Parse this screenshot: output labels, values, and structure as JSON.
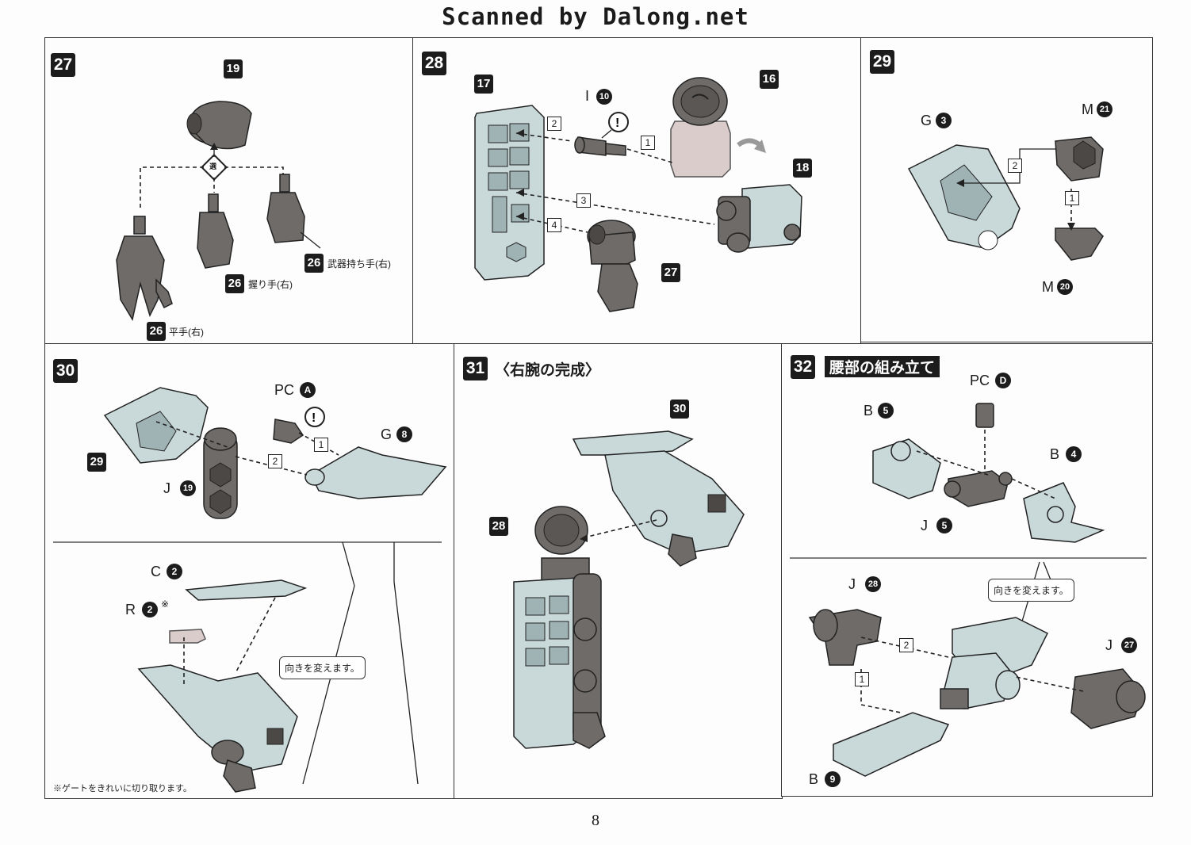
{
  "watermark": "Scanned by Dalong.net",
  "page_number": "8",
  "steps": {
    "s27": {
      "badge": "27",
      "parts": [
        "19"
      ],
      "hands": [
        {
          "num": "26",
          "label": "平手(右)"
        },
        {
          "num": "26",
          "label": "握り手(右)"
        },
        {
          "num": "26",
          "label": "武器持ち手(右)"
        }
      ],
      "select_mark": "選"
    },
    "s28": {
      "badge": "28",
      "parts": [
        "17",
        "16",
        "18",
        "27"
      ],
      "runner_letter": "I",
      "runner_num": "10",
      "sequence": [
        "2",
        "1",
        "3",
        "4"
      ]
    },
    "s29": {
      "badge": "29",
      "g_letter": "G",
      "g_num": "3",
      "m1_letter": "M",
      "m1_num": "21",
      "m2_letter": "M",
      "m2_num": "20",
      "sequence": [
        "2",
        "1"
      ]
    },
    "s30": {
      "badge": "30",
      "part": "29",
      "pc_letter": "PC",
      "pc_num": "A",
      "g_letter": "G",
      "g_num": "8",
      "j_letter": "J",
      "j_num": "19",
      "c_letter": "C",
      "c_num": "2",
      "r_letter": "R",
      "r_num": "2",
      "r_mark": "※",
      "sequence": [
        "1",
        "2"
      ],
      "callout": "向きを変えます。",
      "note": "※ゲートをきれいに切り取ります。"
    },
    "s31": {
      "badge": "31",
      "heading": "〈右腕の完成〉",
      "parts": [
        "30",
        "28"
      ]
    },
    "s32": {
      "badge": "32",
      "heading": "腰部の組み立て",
      "pc_letter": "PC",
      "pc_num": "D",
      "b5_letter": "B",
      "b5_num": "5",
      "b4_letter": "B",
      "b4_num": "4",
      "j5_letter": "J",
      "j5_num": "5",
      "j28_letter": "J",
      "j28_num": "28",
      "j27_letter": "J",
      "j27_num": "27",
      "b9_letter": "B",
      "b9_num": "9",
      "sequence": [
        "2",
        "1"
      ],
      "callout": "向きを変えます。"
    }
  },
  "colors": {
    "gray_part": "#6e6b68",
    "blue_part": "#c9d9da",
    "ink": "#1c1c1c"
  }
}
